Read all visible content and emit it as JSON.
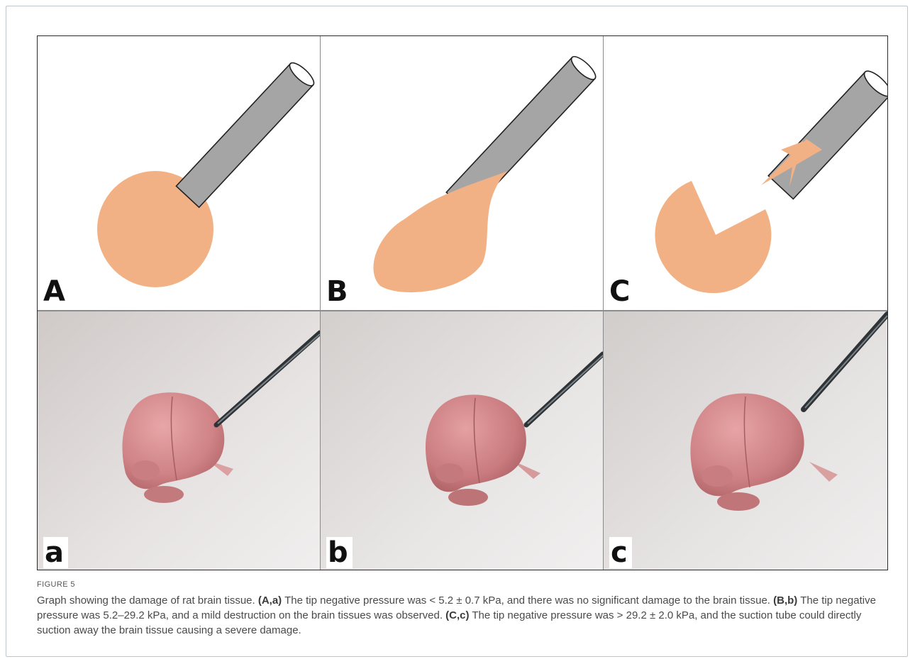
{
  "figure": {
    "panels_top": [
      {
        "label": "A"
      },
      {
        "label": "B"
      },
      {
        "label": "C"
      }
    ],
    "panels_bottom": [
      {
        "label": "a"
      },
      {
        "label": "b"
      },
      {
        "label": "c"
      }
    ],
    "colors": {
      "tissue": "#f2b184",
      "tube_fill": "#a6a5a6",
      "tube_stroke": "#222222",
      "photo_background": "#d6d2cf",
      "brain": "#d38b8d"
    }
  },
  "caption": {
    "figure_number": "FIGURE 5",
    "intro": "Graph showing the damage of rat brain tissue. ",
    "parts": [
      {
        "ref": "(A,a)",
        "text": " The tip negative pressure was < 5.2 ± 0.7 kPa, and there was no significant damage to the brain tissue. "
      },
      {
        "ref": "(B,b)",
        "text": " The tip negative pressure was 5.2–29.2 kPa, and a mild destruction on the brain tissues was observed. "
      },
      {
        "ref": "(C,c)",
        "text": " The tip negative pressure was > 29.2 ± 2.0 kPa, and the suction tube could directly suction away the brain tissue causing a severe damage."
      }
    ]
  }
}
